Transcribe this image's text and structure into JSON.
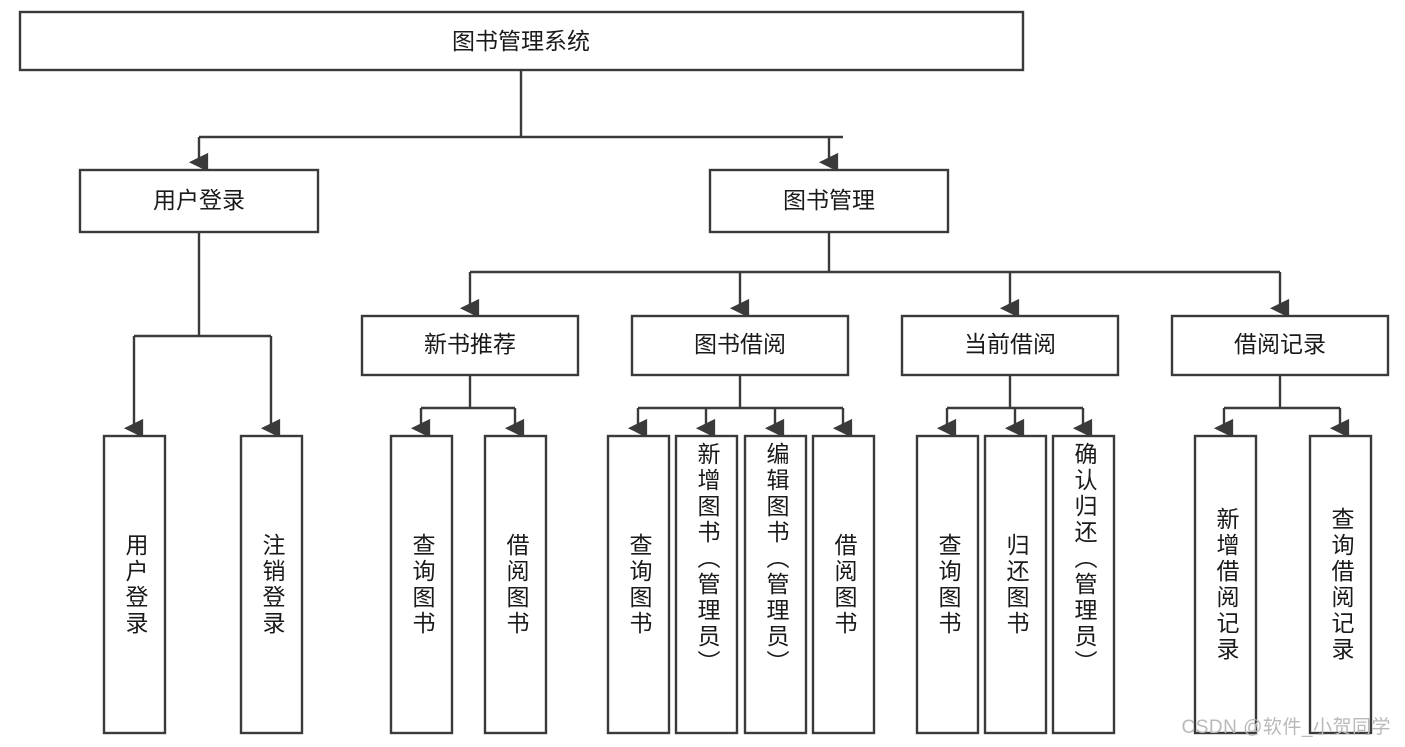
{
  "diagram": {
    "title": "图书管理系统",
    "type": "hierarchy-tree",
    "watermark": "CSDN @软件_小贺同学",
    "colors": {
      "stroke": "#3a3a3a",
      "fill": "#ffffff",
      "text": "#1a1a1a",
      "watermark": "#b9b9b9"
    },
    "levels": {
      "root": {
        "label": "图书管理系统"
      },
      "level2": [
        {
          "label": "用户登录"
        },
        {
          "label": "图书管理"
        }
      ],
      "level3": [
        {
          "label": "新书推荐"
        },
        {
          "label": "图书借阅"
        },
        {
          "label": "当前借阅"
        },
        {
          "label": "借阅记录"
        }
      ],
      "leaves": [
        {
          "label": "用户登录",
          "parent": "用户登录"
        },
        {
          "label": "注销登录",
          "parent": "用户登录"
        },
        {
          "label": "查询图书",
          "parent": "新书推荐"
        },
        {
          "label": "借阅图书",
          "parent": "新书推荐"
        },
        {
          "label": "查询图书",
          "parent": "图书借阅"
        },
        {
          "label": "新增图书（管理员）",
          "parent": "图书借阅"
        },
        {
          "label": "编辑图书（管理员）",
          "parent": "图书借阅"
        },
        {
          "label": "借阅图书",
          "parent": "图书借阅"
        },
        {
          "label": "查询图书",
          "parent": "当前借阅"
        },
        {
          "label": "归还图书",
          "parent": "当前借阅"
        },
        {
          "label": "确认归还（管理员）",
          "parent": "当前借阅"
        },
        {
          "label": "新增借阅记录",
          "parent": "借阅记录"
        },
        {
          "label": "查询借阅记录",
          "parent": "借阅记录"
        }
      ]
    }
  }
}
